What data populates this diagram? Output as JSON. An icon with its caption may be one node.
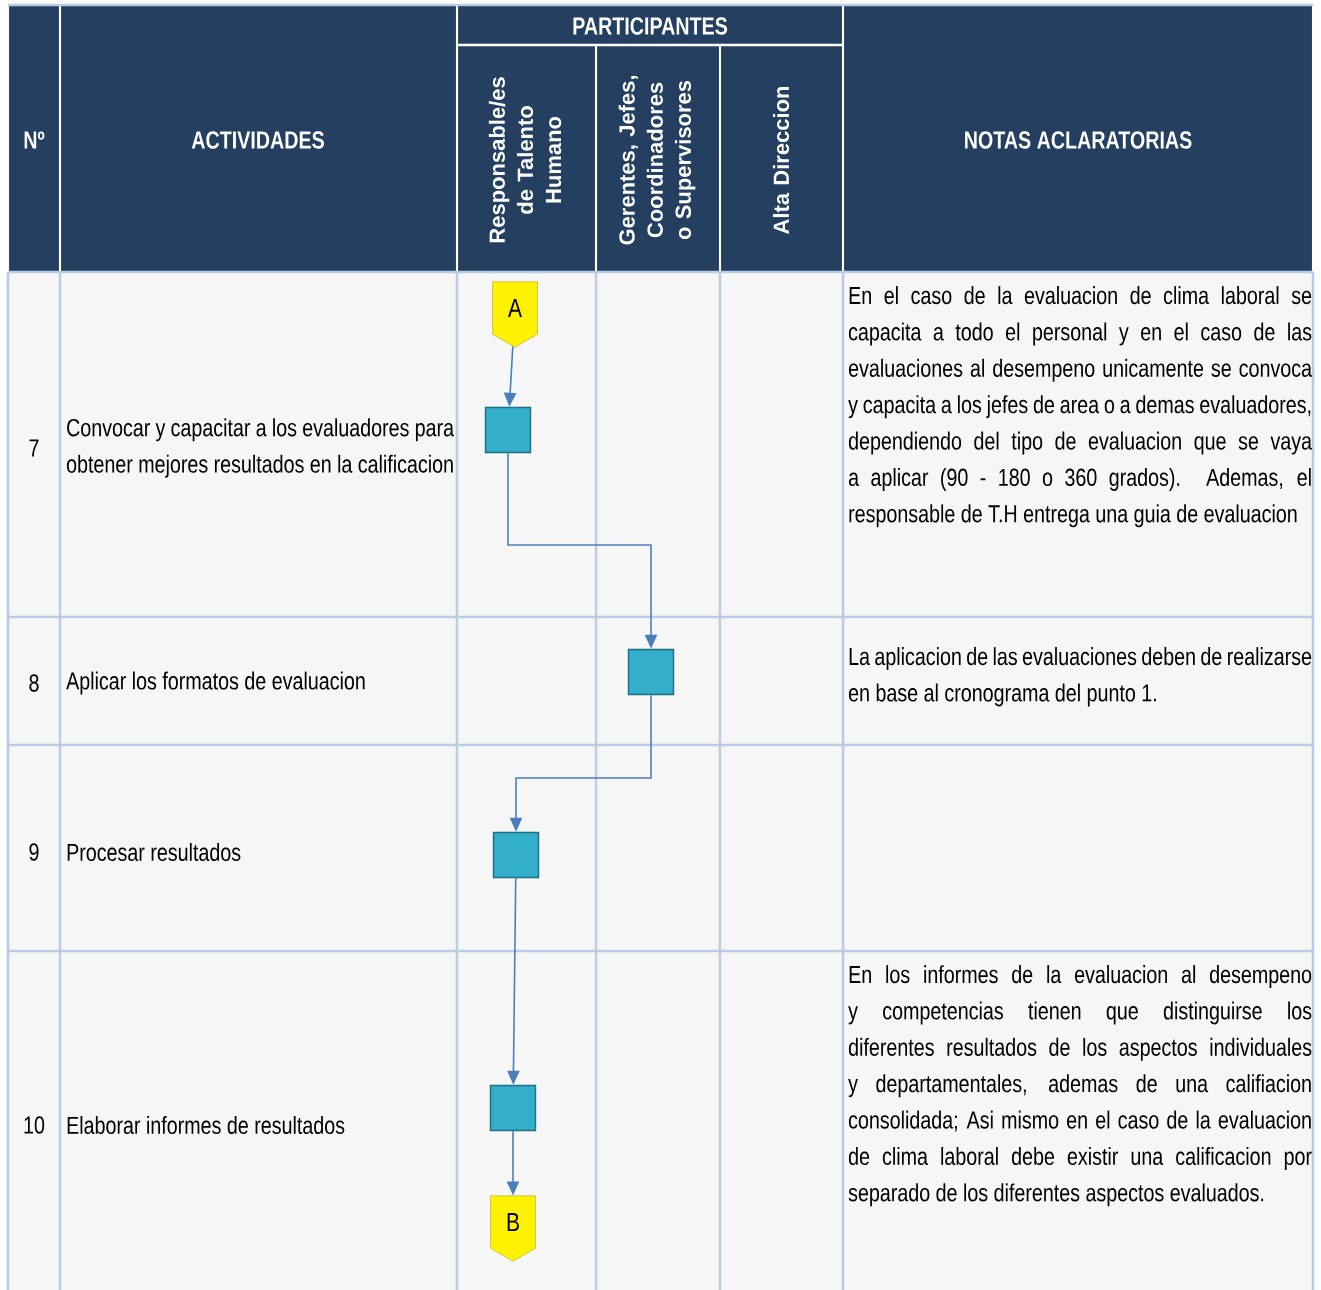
{
  "diagram": {
    "nodes": [
      {
        "text": [
          "A"
        ]
      },
      {
        "text": [],
        "shape": "box"
      },
      {
        "text": [],
        "shape": "box"
      },
      {
        "text": [],
        "shape": "box"
      },
      {
        "text": [],
        "shape": "box"
      },
      {
        "text": [
          "B"
        ]
      }
    ],
    "edges": [
      {
        "from": 0,
        "to": 1,
        "arrow": "to"
      },
      {
        "from": 1,
        "to": 2,
        "arrow": "to"
      },
      {
        "from": 2,
        "to": 3,
        "arrow": "to"
      },
      {
        "from": 3,
        "to": 4,
        "arrow": "to"
      },
      {
        "from": 4,
        "to": 5,
        "arrow": "to"
      }
    ],
    "labels": [
      "Nº",
      "ACTIVIDADES",
      "PARTICIPANTES",
      "Responsable/es de Talento Humano",
      "Gerentes, Jefes, Coordinadores o Supervisores",
      "Alta Direccion",
      "NOTAS ACLARATORIAS",
      "7",
      "Convocar y capacitar a los evaluadores para obtener mejores resultados en la calificacion",
      "En el caso de la evaluacion de clima laboral se capacita a todo el personal y en el caso de las evaluaciones al desempeno unicamente se convoca y capacita a los jefes de area o a demas evaluadores, dependiendo del tipo de evaluacion que se vaya a aplicar (90 - 180 o 360 grados). Ademas, el responsable de T.H entrega una guia de evaluacion",
      "8",
      "Aplicar los formatos de evaluacion",
      "La aplicacion de las evaluaciones deben de realizarse en base al cronograma del punto 1.",
      "9",
      "Procesar resultados",
      "10",
      "Elaborar informes de resultados",
      "En los informes de la evaluacion al desempeno y competencias tienen que distinguirse los diferentes resultados de los aspectos individuales y departamentales, ademas de una califiacion consolidada; Asi mismo en el caso de la evaluacion de clima laboral debe existir una calificacion por separado de los diferentes aspectos evaluados."
    ]
  }
}
